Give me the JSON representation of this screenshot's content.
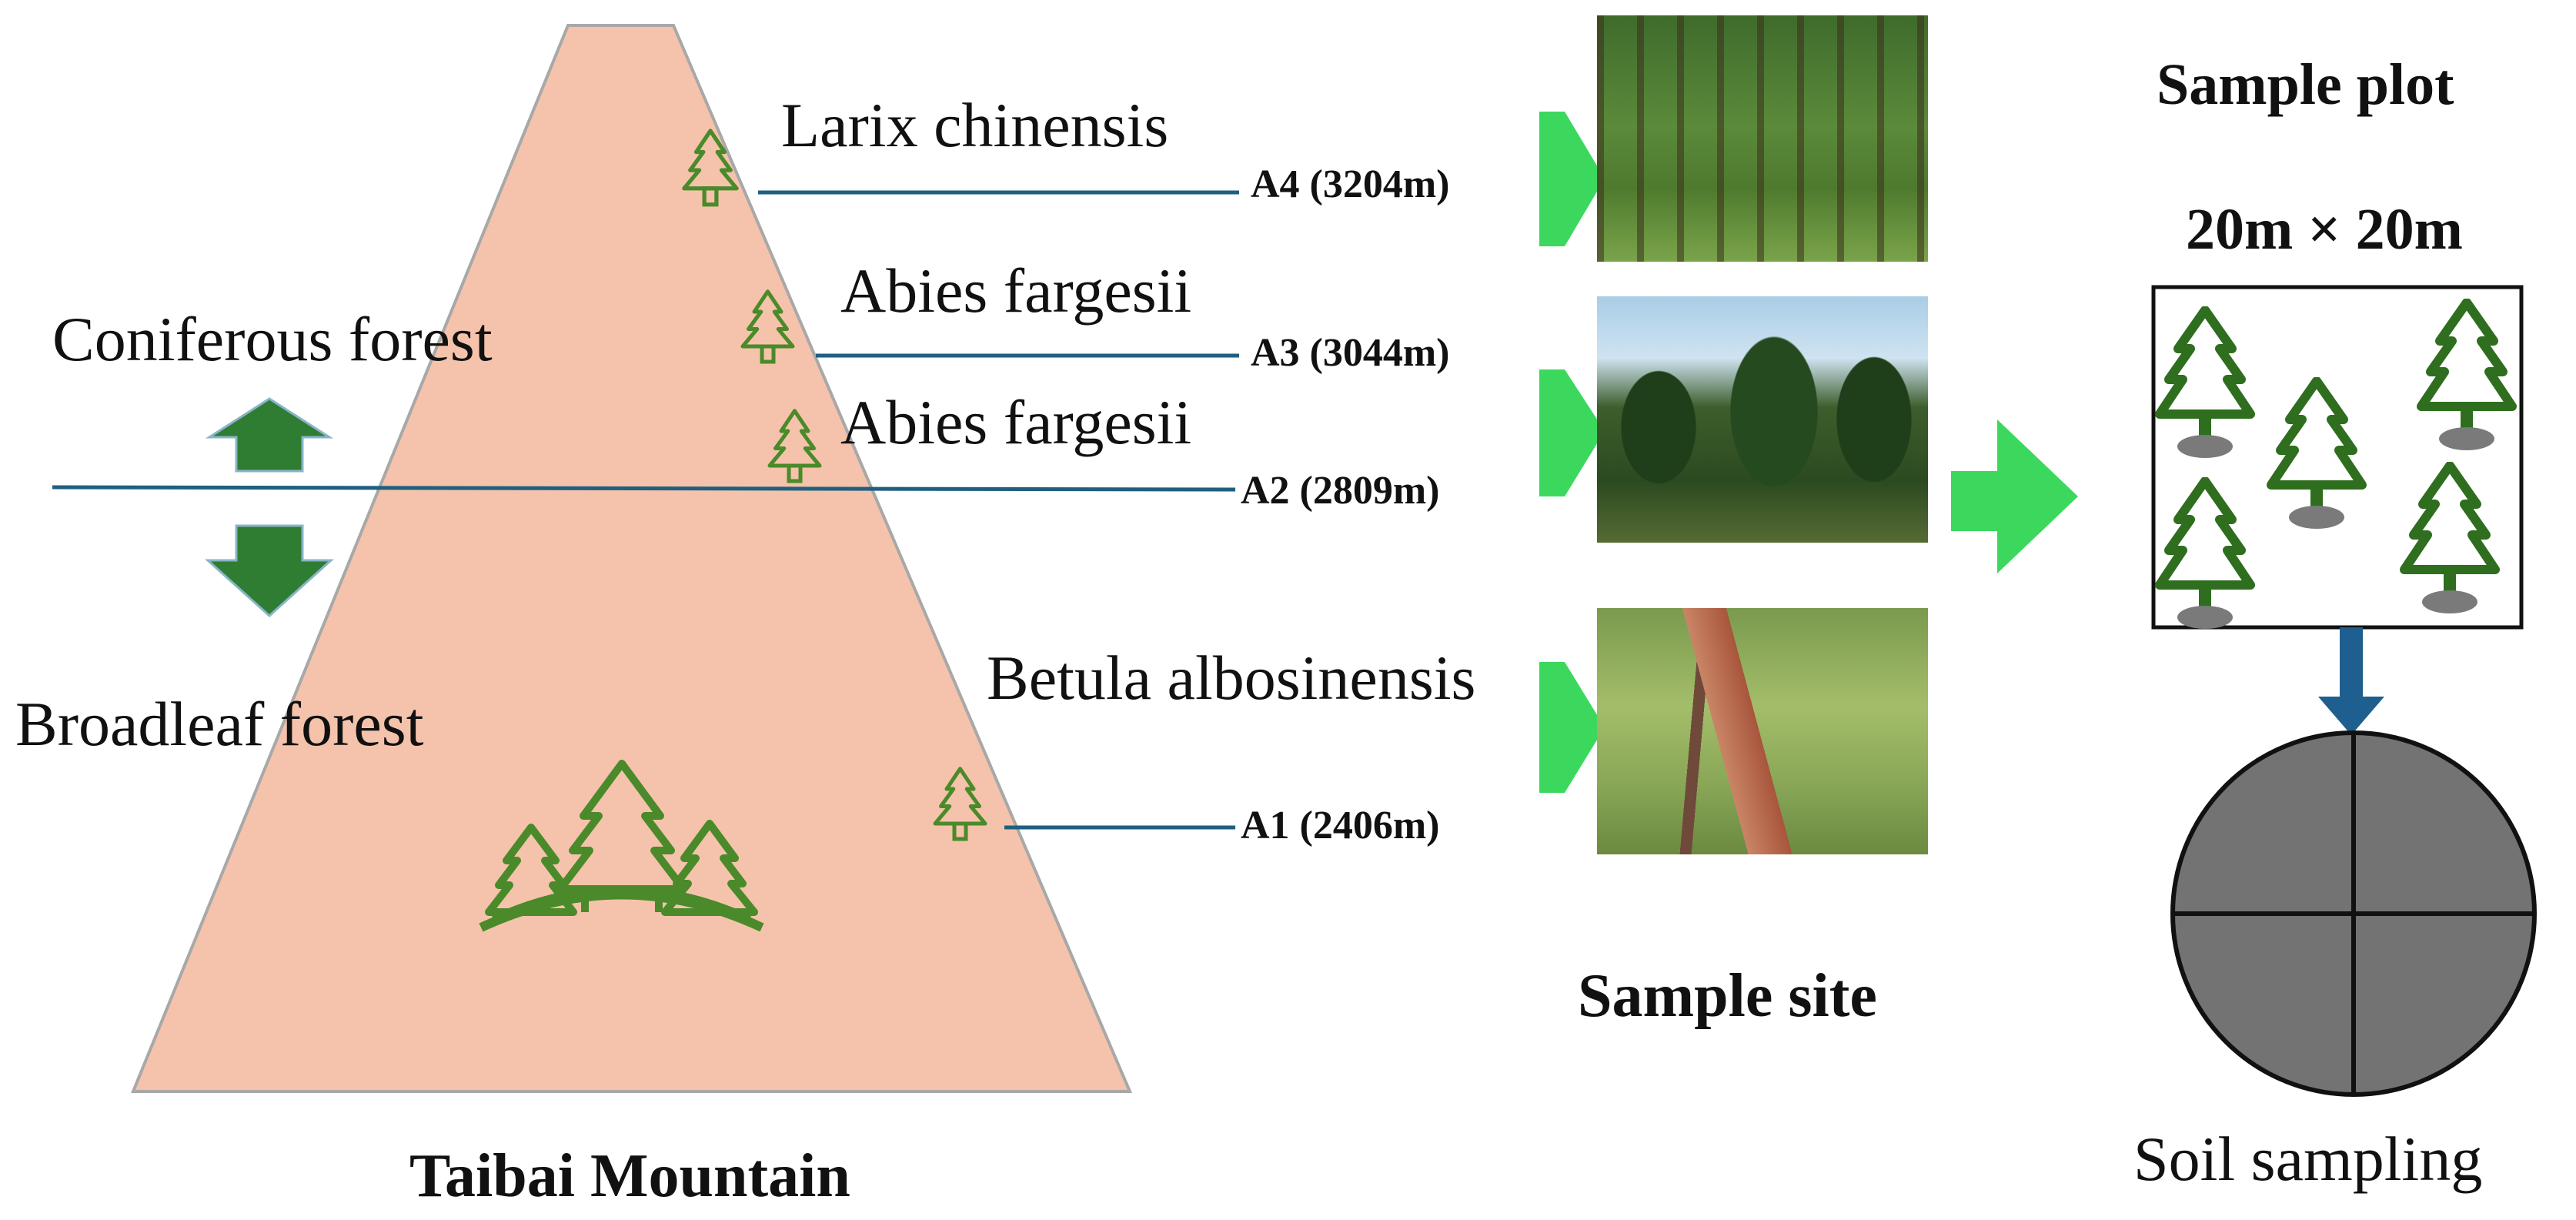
{
  "mountain": {
    "name": "Taibai Mountain",
    "fill_color": "#f5c3ab",
    "zones": {
      "upper": "Coniferous forest",
      "lower": "Broadleaf forest"
    }
  },
  "sites": [
    {
      "id": "A4",
      "label": "A4 (3204m)",
      "species": "Larix chinensis"
    },
    {
      "id": "A3",
      "label": "A3 (3044m)",
      "species": "Abies fargesii"
    },
    {
      "id": "A2",
      "label": "A2 (2809m)",
      "species": "Abies fargesii"
    },
    {
      "id": "A1",
      "label": "A1 (2406m)",
      "species": "Betula albosinensis"
    }
  ],
  "sample_site_heading": "Sample site",
  "sample_plot": {
    "heading": "Sample plot",
    "size": "20m × 20m"
  },
  "soil_sampling_label": "Soil sampling",
  "colors": {
    "line": "#1f5f7f",
    "tree_outline": "#4a8a2a",
    "plot_tree": "#2e6e1e",
    "arrow_green": "#3cd85e",
    "zone_arrow": "#2f7d32",
    "blue_arrow": "#1f5f8f",
    "soil_disc": "#737373"
  }
}
